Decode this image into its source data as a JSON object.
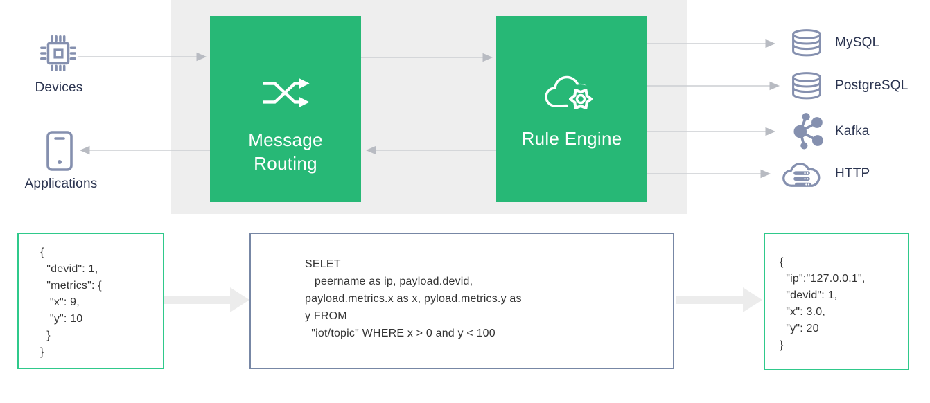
{
  "palette": {
    "green_box": "#27b876",
    "green_border": "#2fc98b",
    "panel_gray": "#eeeeee",
    "icon_slate": "#8590af",
    "label_navy": "#2b3450",
    "connector_gray": "#cbcdd2",
    "arrowhead_gray": "#b8bbc2",
    "block_arrow_gray": "#ececec",
    "sql_border_slate": "#7787a5",
    "code_text": "#333333"
  },
  "sources": {
    "devices_label": "Devices",
    "devices_icon": "chip-icon",
    "applications_label": "Applications",
    "applications_icon": "smartphone-icon"
  },
  "pipeline": {
    "message_routing": {
      "label": "Message\nRouting",
      "icon": "shuffle-icon"
    },
    "rule_engine": {
      "label": "Rule Engine",
      "icon": "cloud-gear-icon"
    }
  },
  "sinks": [
    {
      "label": "MySQL",
      "icon": "database-icon"
    },
    {
      "label": "PostgreSQL",
      "icon": "database-icon"
    },
    {
      "label": "Kafka",
      "icon": "kafka-node-graph-icon"
    },
    {
      "label": "HTTP",
      "icon": "cloud-server-icon"
    }
  ],
  "code_blocks": {
    "input_json": "{\n  \"devid\": 1,\n  \"metrics\": {\n   \"x\": 9,\n   \"y\": 10\n  }\n}",
    "sql": "SELET\n   peername as ip, payload.devid,\npayload.metrics.x as x, pyload.metrics.y as\ny FROM\n  \"iot/topic\" WHERE x > 0 and y < 100",
    "output_json": "{\n  \"ip\":\"127.0.0.1\",\n  \"devid\": 1,\n  \"x\": 3.0,\n  \"y\": 20\n}"
  }
}
